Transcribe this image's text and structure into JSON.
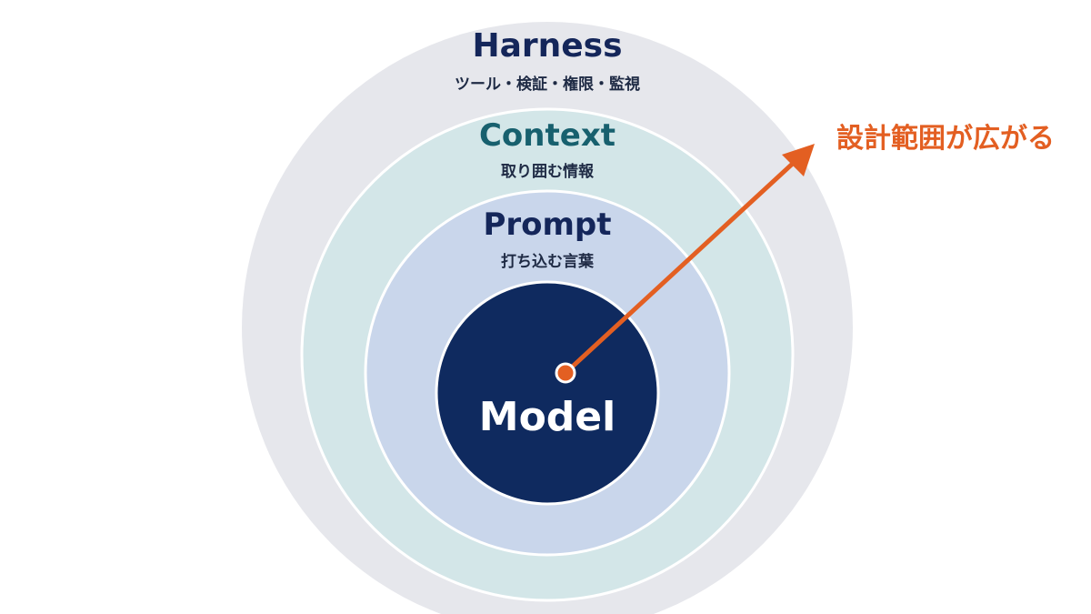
{
  "colors": {
    "harness_fill": "#e6e7ec",
    "context_fill": "#d3e6e8",
    "prompt_fill": "#c9d6eb",
    "model_fill": "#0f2a5f",
    "ring_stroke": "#ffffff",
    "harness_text": "#14265a",
    "context_text": "#17606e",
    "prompt_text": "#14265a",
    "sub_text": "#1e2a44",
    "model_text": "#ffffff",
    "accent": "#e35f22"
  },
  "layers": {
    "harness": {
      "title": "Harness",
      "subtitle": "ツール・検証・権限・監視"
    },
    "context": {
      "title": "Context",
      "subtitle": "取り囲む情報"
    },
    "prompt": {
      "title": "Prompt",
      "subtitle": "打ち込む言葉"
    },
    "model": {
      "title": "Model"
    }
  },
  "arrow": {
    "label": "設計範囲が広がる",
    "icon": "arrow-up-right-icon"
  }
}
